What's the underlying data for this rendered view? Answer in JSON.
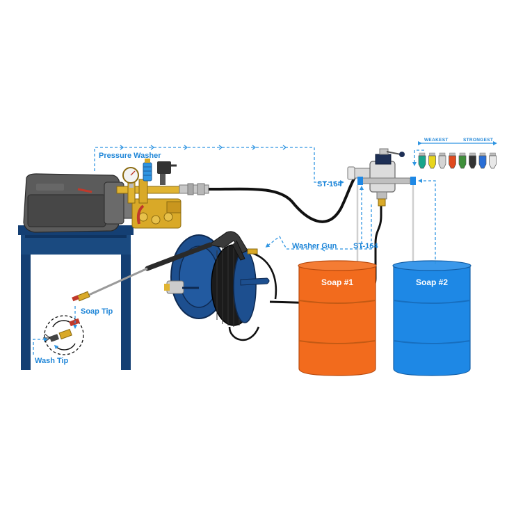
{
  "labels": {
    "pressure_washer": "Pressure Washer",
    "st164_top": "ST-164",
    "st164_mid": "ST-164",
    "washer_gun": "Washer Gun",
    "soap_tip": "Soap Tip",
    "wash_tip": "Wash Tip",
    "weakest": "WEAKEST",
    "strongest": "STRONGEST"
  },
  "drums": [
    {
      "label": "Soap #1",
      "color": "#f26b1d"
    },
    {
      "label": "Soap #2",
      "color": "#1e88e5"
    }
  ],
  "nozzle_tips": [
    {
      "color": "#18a58b"
    },
    {
      "color": "#e8d51c"
    },
    {
      "color": "#d4d4d4"
    },
    {
      "color": "#e04a1e"
    },
    {
      "color": "#3f8f3a"
    },
    {
      "color": "#333333"
    },
    {
      "color": "#2a6fd6"
    },
    {
      "color": "#e8e8e8"
    }
  ],
  "colors": {
    "flow": "#2f95e2",
    "stand": "#143f73",
    "motor": "#5b5b5b",
    "brass": "#d9a928",
    "hose": "#111111",
    "reel": "#1d4f8f"
  }
}
